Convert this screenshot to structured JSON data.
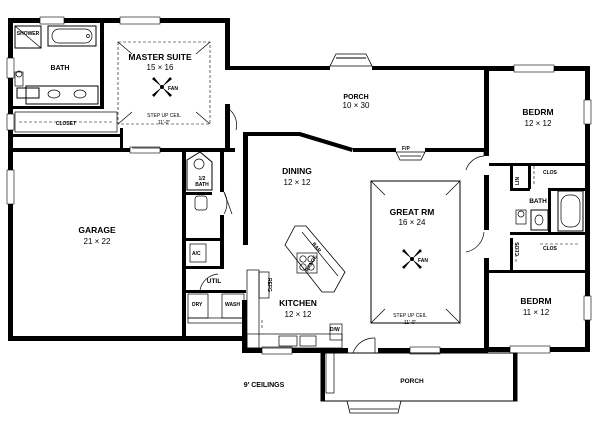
{
  "rooms": {
    "master_suite": {
      "name": "MASTER SUITE",
      "dims": "15 × 16",
      "note_l1": "STEP UP CEIL",
      "note_l2": "11'-0\""
    },
    "master_bath": {
      "name": "BATH"
    },
    "shower": {
      "name": "SHOWER"
    },
    "closet": {
      "name": "CLOSET"
    },
    "porch_rear": {
      "name": "PORCH",
      "dims": "10 × 30"
    },
    "bedroom_1": {
      "name": "BEDRM",
      "dims": "12 × 12"
    },
    "bedroom_2": {
      "name": "BEDRM",
      "dims": "11 × 12"
    },
    "half_bath": {
      "name": "1/2",
      "name2": "BATH"
    },
    "dining": {
      "name": "DINING",
      "dims": "12 × 12"
    },
    "great_room": {
      "name": "GREAT RM",
      "dims": "16 × 24",
      "note_l1": "STEP UP CEIL",
      "note_l2": "11'-0\""
    },
    "garage": {
      "name": "GARAGE",
      "dims": "21 × 22"
    },
    "kitchen": {
      "name": "KITCHEN",
      "dims": "12 × 12"
    },
    "utility": {
      "name": "UTIL"
    },
    "hall_bath": {
      "name": "BATH"
    },
    "porch_front": {
      "name": "PORCH"
    }
  },
  "fixtures": {
    "fireplace": "F/P",
    "ac": "A/C",
    "dryer": "DRY",
    "washer": "WASH",
    "refrigerator": "REFG",
    "range": "RANGE",
    "bar": "BAR",
    "dishwasher": "D/W",
    "linen": "LIN",
    "closet_1": "CLOS",
    "closet_2": "CLOS",
    "closet_3": "CLOS",
    "ceiling_fan_1": "FAN",
    "ceiling_fan_2": "FAN"
  },
  "footer": {
    "ceilings": "9' CEILINGS"
  }
}
